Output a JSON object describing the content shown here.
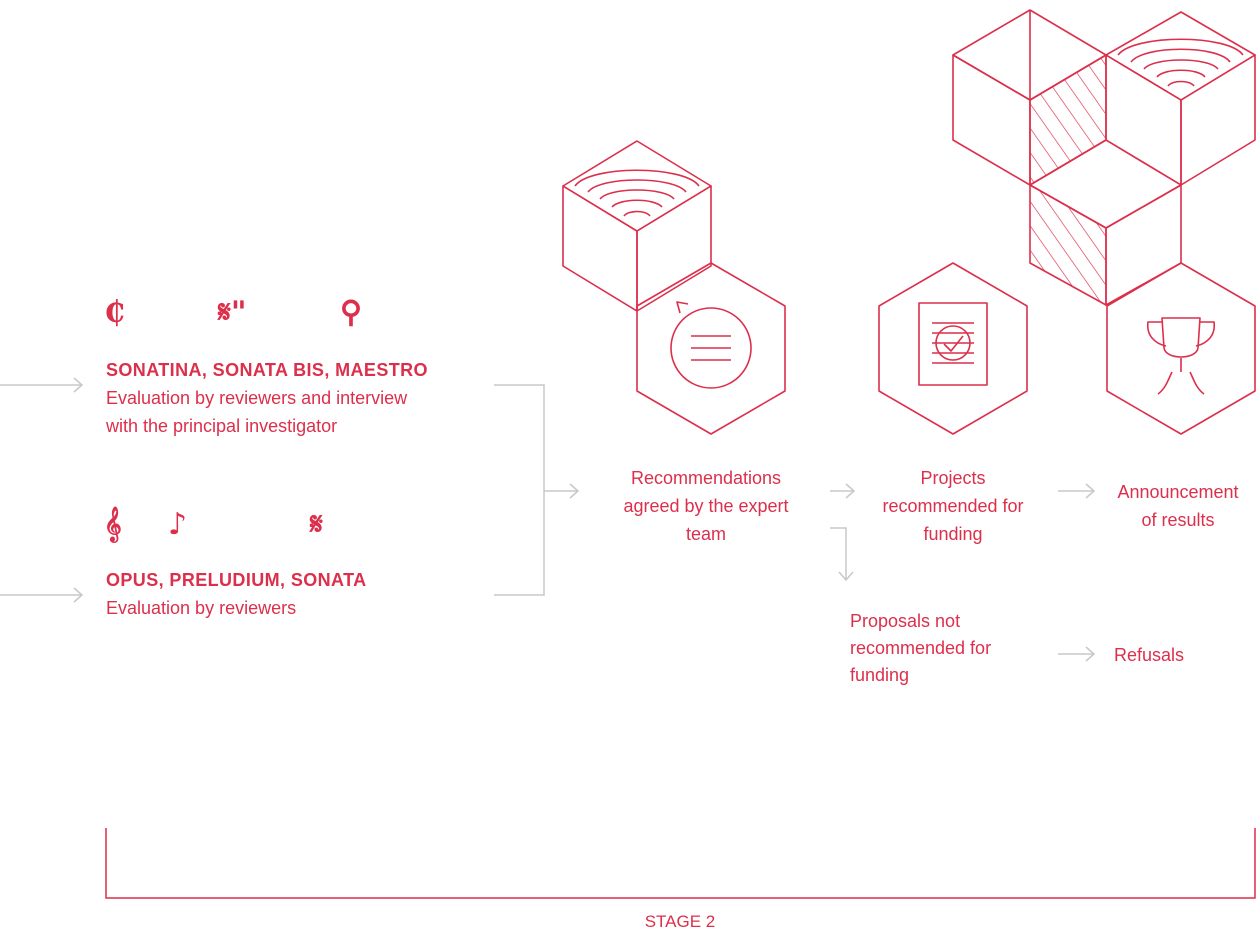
{
  "colors": {
    "accent": "#dc2f4b",
    "arrow": "#c8c8c8",
    "bracket": "#dc2f4b"
  },
  "group_top": {
    "symbols": [
      "₵",
      "𝄋\"",
      "⚲"
    ],
    "title": "SONATINA, SONATA BIS, MAESTRO",
    "line1": "Evaluation by reviewers and interview",
    "line2": "with the principal investigator"
  },
  "group_bottom": {
    "symbols": [
      "𝄞",
      "♪",
      "𝄋"
    ],
    "title": "OPUS, PRELUDIUM,  SONATA",
    "line1": "Evaluation by reviewers"
  },
  "steps": {
    "recommendations": [
      "Recommendations",
      "agreed by the expert",
      "team"
    ],
    "projects": [
      "Projects",
      "recommended for",
      "funding"
    ],
    "announcement": [
      "Announcement",
      "of results"
    ],
    "not_recommended": [
      "Proposals not",
      "recommended for",
      "funding"
    ],
    "refusals": "Refusals"
  },
  "icons": {
    "speech": "speech-bubble-icon",
    "document": "document-check-icon",
    "trophy": "trophy-icon"
  },
  "stage_label": "STAGE 2"
}
